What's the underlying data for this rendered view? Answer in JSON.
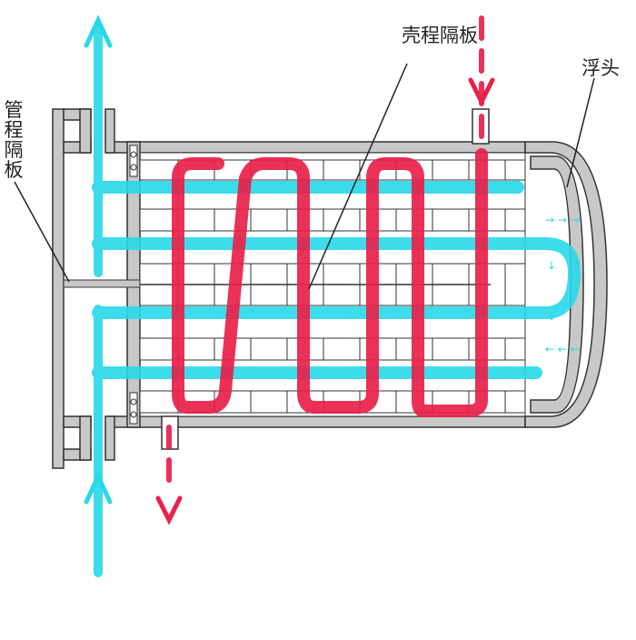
{
  "labels": {
    "shell_baffle": "壳程隔板",
    "floating_head": "浮头",
    "tube_pass_partition": "管程隔板"
  },
  "colors": {
    "shell_fluid": "#e8204a",
    "tube_fluid": "#28d8e8",
    "shell_wall": "#c8c8c8",
    "outline": "#333333",
    "background": "#ffffff"
  },
  "icons": {
    "tube_flow_arrow": "arrow-up",
    "shell_inlet_arrow": "arrow-down",
    "shell_outlet_arrow": "arrow-down"
  }
}
